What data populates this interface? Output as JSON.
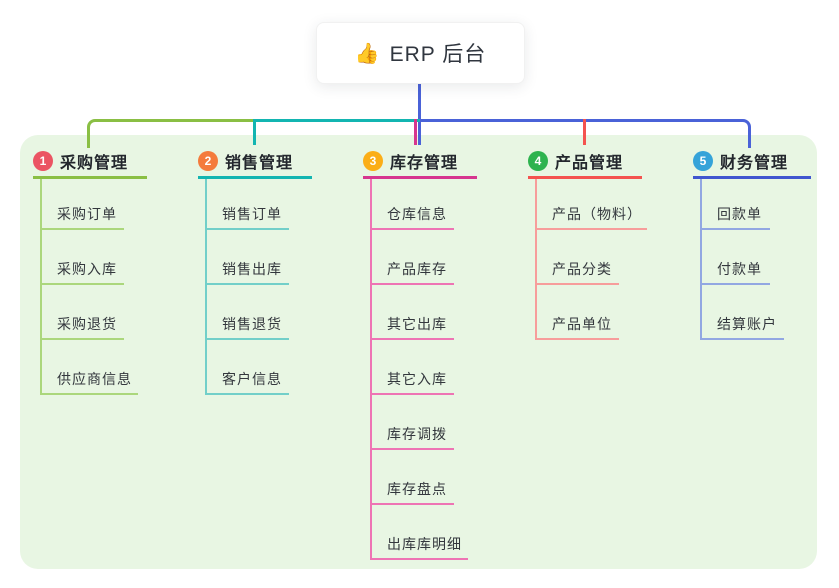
{
  "root": {
    "icon": "👍",
    "label": "ERP 后台"
  },
  "colors": {
    "page_background": "#ffffff",
    "panel_background": "#e8f6e3",
    "root_connector": "#4a62d8",
    "header_text": "#23272d",
    "child_text": "#33373d"
  },
  "branches": [
    {
      "num": "1",
      "label": "采购管理",
      "circle_color": "#eb5463",
      "line_color": "#8abf44",
      "light_color": "#abd77c",
      "children": [
        "采购订单",
        "采购入库",
        "采购退货",
        "供应商信息"
      ]
    },
    {
      "num": "2",
      "label": "销售管理",
      "circle_color": "#f47b3c",
      "line_color": "#13b5b1",
      "light_color": "#72cfc9",
      "children": [
        "销售订单",
        "销售出库",
        "销售退货",
        "客户信息"
      ]
    },
    {
      "num": "3",
      "label": "库存管理",
      "circle_color": "#fbae17",
      "line_color": "#d6368f",
      "light_color": "#ee74b4",
      "children": [
        "仓库信息",
        "产品库存",
        "其它出库",
        "其它入库",
        "库存调拨",
        "库存盘点",
        "出库库明细"
      ]
    },
    {
      "num": "4",
      "label": "产品管理",
      "circle_color": "#2eb34f",
      "line_color": "#f4534f",
      "light_color": "#f79d9b",
      "children": [
        "产品（物料）",
        "产品分类",
        "产品单位"
      ]
    },
    {
      "num": "5",
      "label": "财务管理",
      "circle_color": "#35a3d9",
      "line_color": "#4056cf",
      "light_color": "#92a7e2",
      "children": [
        "回款单",
        "付款单",
        "结算账户"
      ]
    }
  ]
}
